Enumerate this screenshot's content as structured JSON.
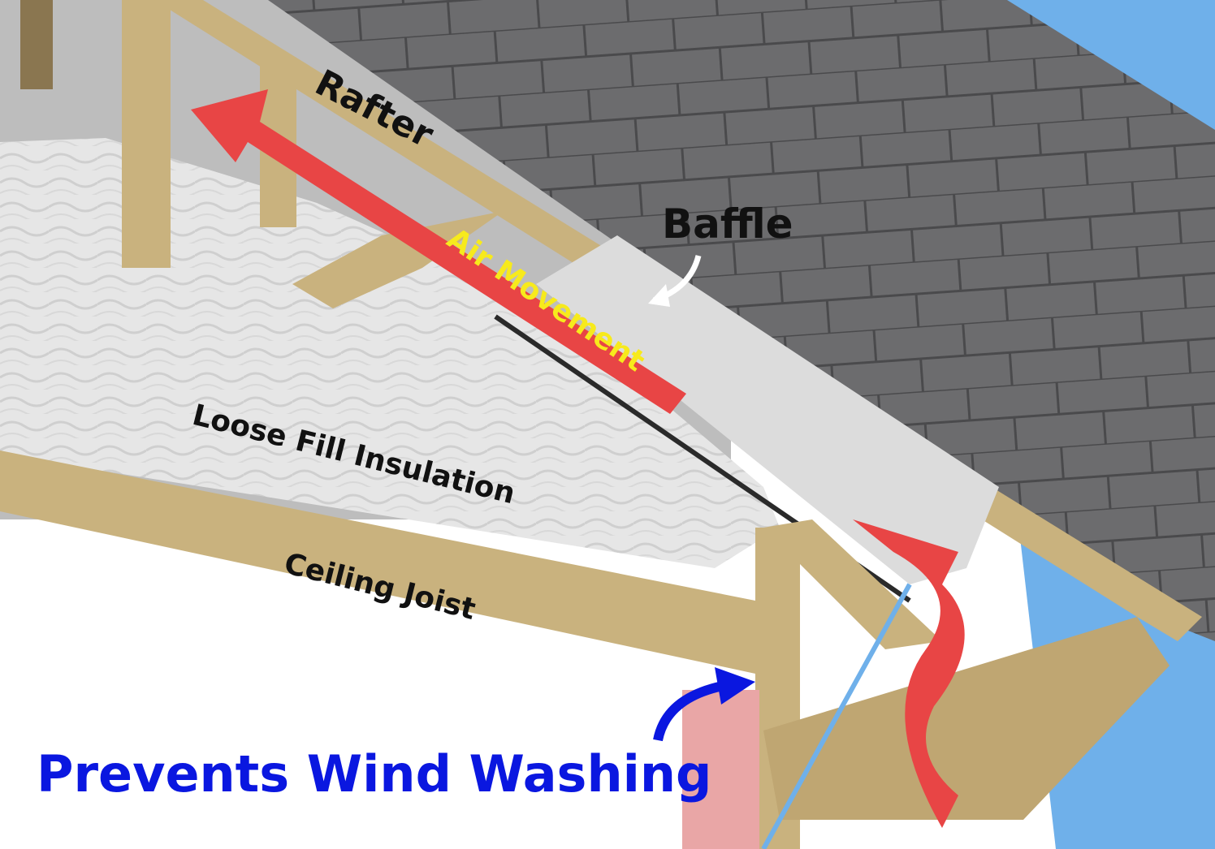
{
  "labels": {
    "rafter": "Rafter",
    "baffle": "Baffle",
    "air_movement": "Air Movement",
    "loose_fill": "Loose Fill Insulation",
    "ceiling_joist": "Ceiling Joist",
    "wind_washing": "Prevents Wind Washing"
  },
  "colors": {
    "sky": "#6fb0ea",
    "shingle": "#6c6c6e",
    "shingle_line": "#4a4a4c",
    "wood": "#c9b27e",
    "wood_dark": "#a8915f",
    "insulation": "#e4e4e4",
    "baffle": "#dcdcdc",
    "air_arrow": "#e84545",
    "air_text": "#f7ea1c",
    "callout_blue": "#0a17e0",
    "label_text": "#111111"
  }
}
